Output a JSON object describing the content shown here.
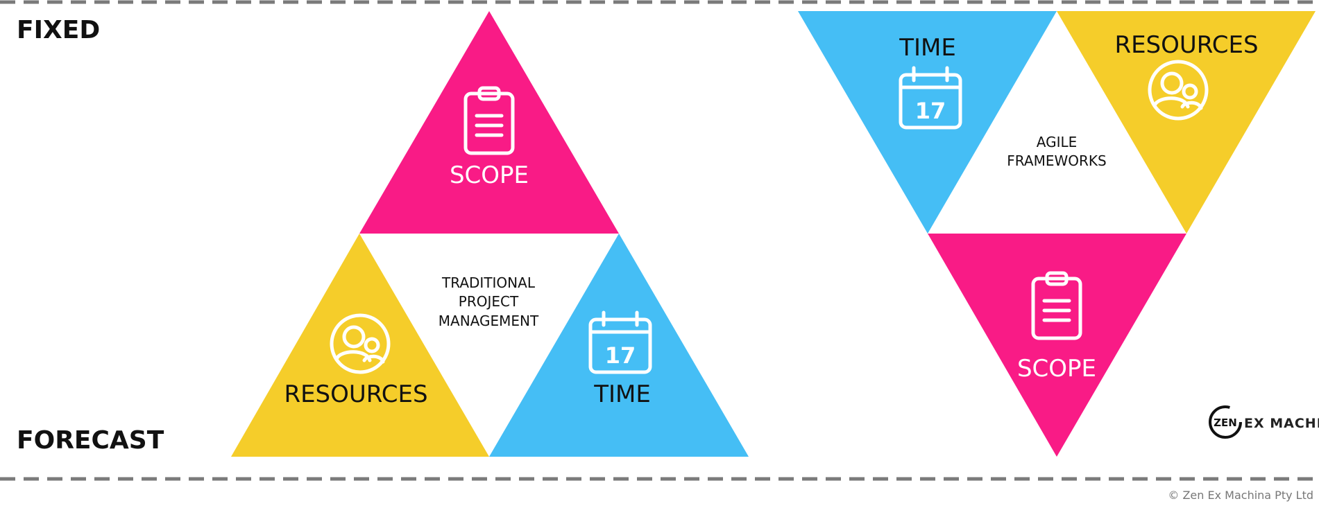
{
  "labels": {
    "fixed": "FIXED",
    "forecast": "FORECAST",
    "copyright": "© Zen Ex Machina Pty Ltd"
  },
  "logo": {
    "mark": "ZEN",
    "name": "EX MACHINA"
  },
  "traditional": {
    "center": [
      "TRADITIONAL",
      "PROJECT",
      "MANAGEMENT"
    ],
    "scope": "SCOPE",
    "resources": "RESOURCES",
    "time": "TIME",
    "calendar_day": "17"
  },
  "agile": {
    "center": [
      "AGILE",
      "FRAMEWORKS"
    ],
    "time": "TIME",
    "resources": "RESOURCES",
    "scope": "SCOPE",
    "calendar_day": "17"
  },
  "colors": {
    "pink": "#F91B86",
    "yellow": "#F5CD2A",
    "blue": "#45BEF5",
    "dash": "#7a7a7a"
  },
  "icons": {
    "scope": "clipboard-icon",
    "time": "calendar-icon",
    "resources": "people-icon"
  }
}
